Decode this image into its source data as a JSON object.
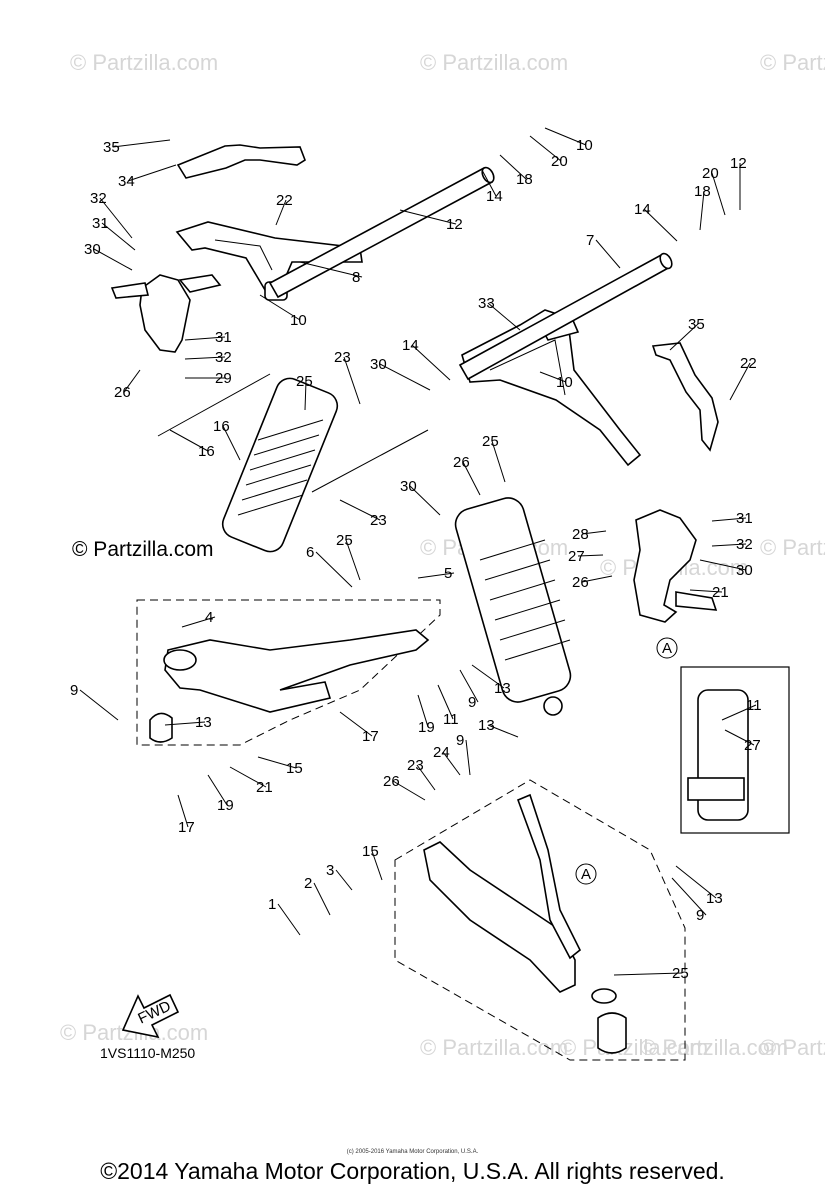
{
  "watermarks": {
    "text": "© Partzilla.com",
    "count": 11
  },
  "overlay_brand": "© Partzilla.com",
  "diagram_code": "1VS1110-M250",
  "fwd_label": "FWD",
  "detail_marker": "A",
  "copyright": "©2014 Yamaha Motor Corporation, U.S.A. All rights reserved.",
  "small_notice": "(c) 2005-2016 Yamaha Motor Corporation, U.S.A.",
  "callouts": [
    "35",
    "34",
    "32",
    "31",
    "30",
    "22",
    "8",
    "12",
    "10",
    "14",
    "18",
    "20",
    "10",
    "14",
    "18",
    "20",
    "12",
    "7",
    "33",
    "35",
    "22",
    "10",
    "14",
    "30",
    "31",
    "32",
    "29",
    "26",
    "23",
    "25",
    "16",
    "16",
    "23",
    "26",
    "25",
    "30",
    "31",
    "32",
    "30",
    "28",
    "27",
    "26",
    "21",
    "6",
    "25",
    "5",
    "4",
    "9",
    "13",
    "17",
    "19",
    "11",
    "9",
    "13",
    "15",
    "21",
    "19",
    "17",
    "13",
    "9",
    "24",
    "23",
    "26",
    "27",
    "11",
    "9",
    "13",
    "15",
    "3",
    "2",
    "1",
    "25"
  ]
}
